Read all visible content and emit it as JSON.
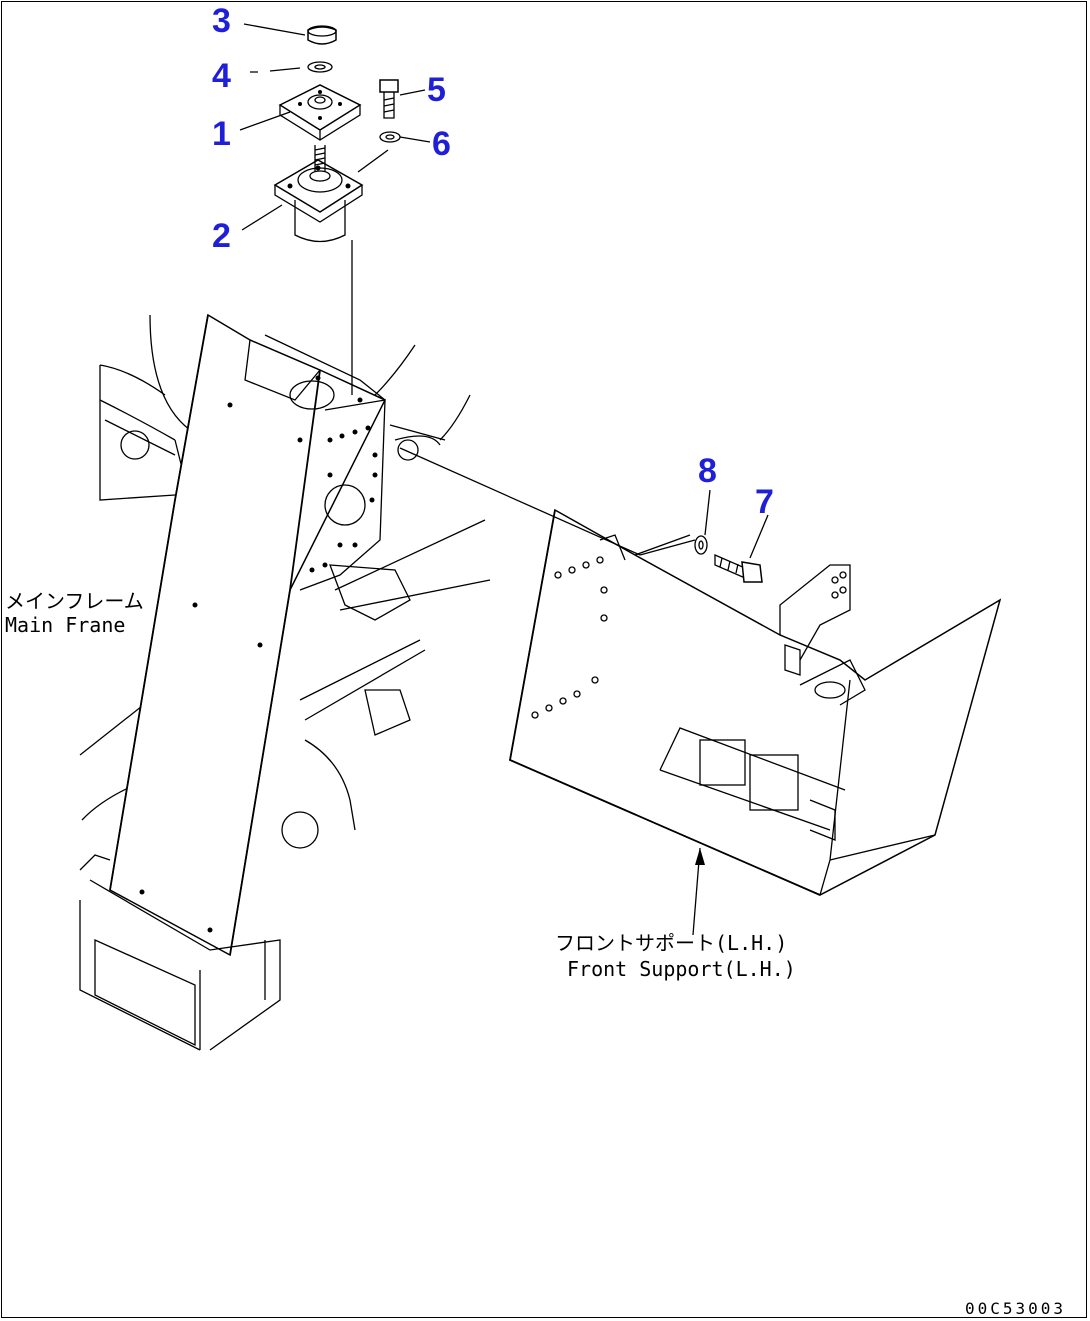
{
  "callouts": [
    {
      "number": "3"
    },
    {
      "number": "4"
    },
    {
      "number": "1"
    },
    {
      "number": "5"
    },
    {
      "number": "6"
    },
    {
      "number": "2"
    },
    {
      "number": "8"
    },
    {
      "number": "7"
    }
  ],
  "labels": {
    "main_frame_jp": "メインフレーム",
    "main_frame_en": "Main Frane",
    "front_support_jp": "フロントサポート(L.H.)",
    "front_support_en": "Front Support(L.H.)"
  },
  "drawing_code": "00C53003",
  "colors": {
    "callout": "#1f1fd8",
    "line": "#000000",
    "background": "#ffffff"
  }
}
